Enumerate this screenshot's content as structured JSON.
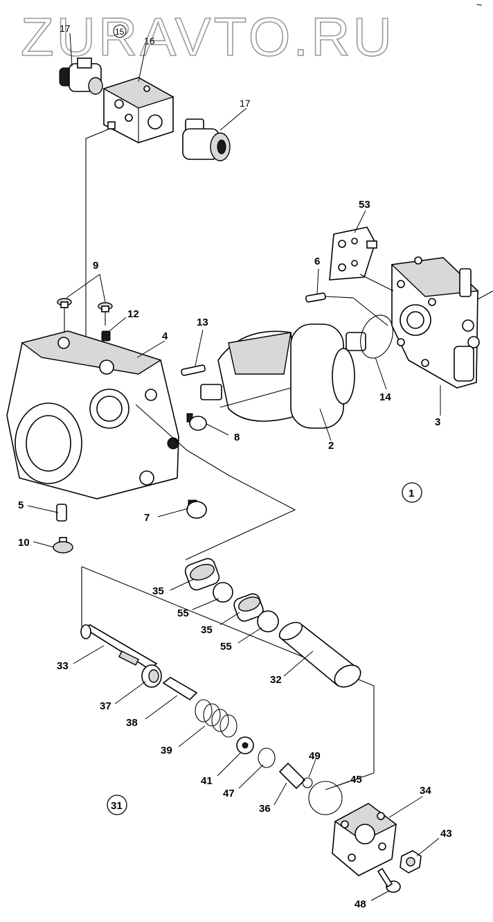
{
  "watermark": "ZURAVTO.RU",
  "corner_mark": "~",
  "group_labels": {
    "main": "1",
    "sub": "31",
    "valve": "15"
  },
  "labels": {
    "p2": "2",
    "p3": "3",
    "p4": "4",
    "p5": "5",
    "p6": "6",
    "p7": "7",
    "p8": "8",
    "p9": "9",
    "p10": "10",
    "p12": "12",
    "p13": "13",
    "p14": "14",
    "p16": "16",
    "p17a": "17",
    "p17b": "17",
    "p53": "53",
    "p32": "32",
    "p33": "33",
    "p34": "34",
    "p35a": "35",
    "p35b": "35",
    "p36": "36",
    "p37": "37",
    "p38": "38",
    "p39": "39",
    "p41": "41",
    "p43": "43",
    "p45": "45",
    "p47": "47",
    "p48": "48",
    "p49": "49",
    "p55a": "55",
    "p55b": "55"
  }
}
